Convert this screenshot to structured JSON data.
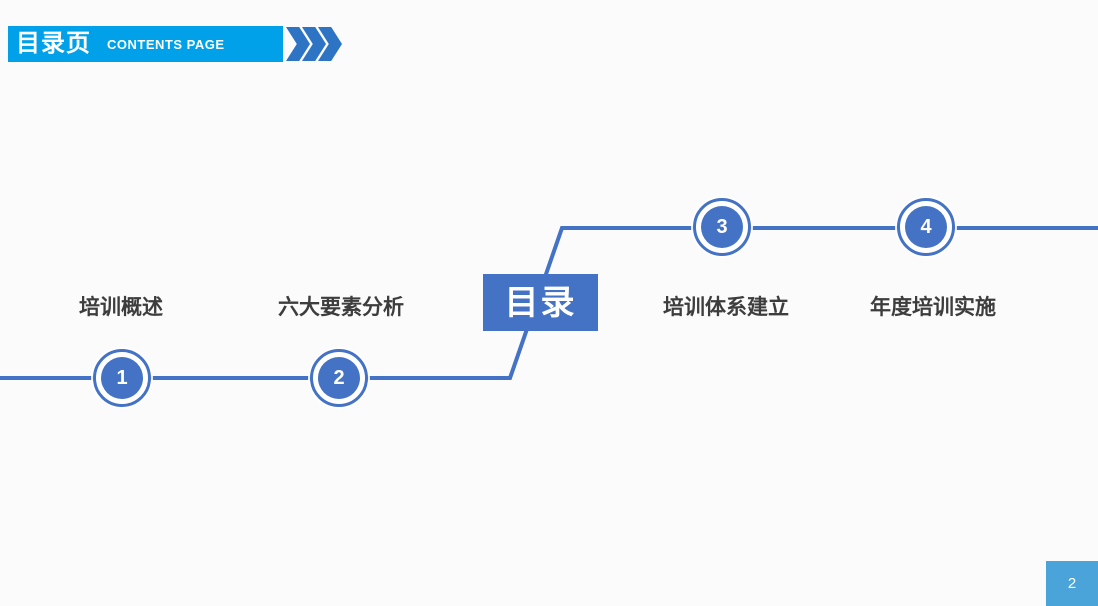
{
  "header": {
    "title": "目录页",
    "subtitle": "CONTENTS PAGE"
  },
  "diagram": {
    "center_label": "目录",
    "items": [
      {
        "number": "1",
        "label": "培训概述"
      },
      {
        "number": "2",
        "label": "六大要素分析"
      },
      {
        "number": "3",
        "label": "培训体系建立"
      },
      {
        "number": "4",
        "label": "年度培训实施"
      }
    ]
  },
  "footer": {
    "page_number": "2"
  },
  "colors": {
    "banner": "#00a1e9",
    "chevron": "#2e74c4",
    "line": "#4472c4",
    "pagebox": "#4aa3d9",
    "labeltext": "#3d3d3d",
    "slidebg": "#fbfbfb"
  }
}
